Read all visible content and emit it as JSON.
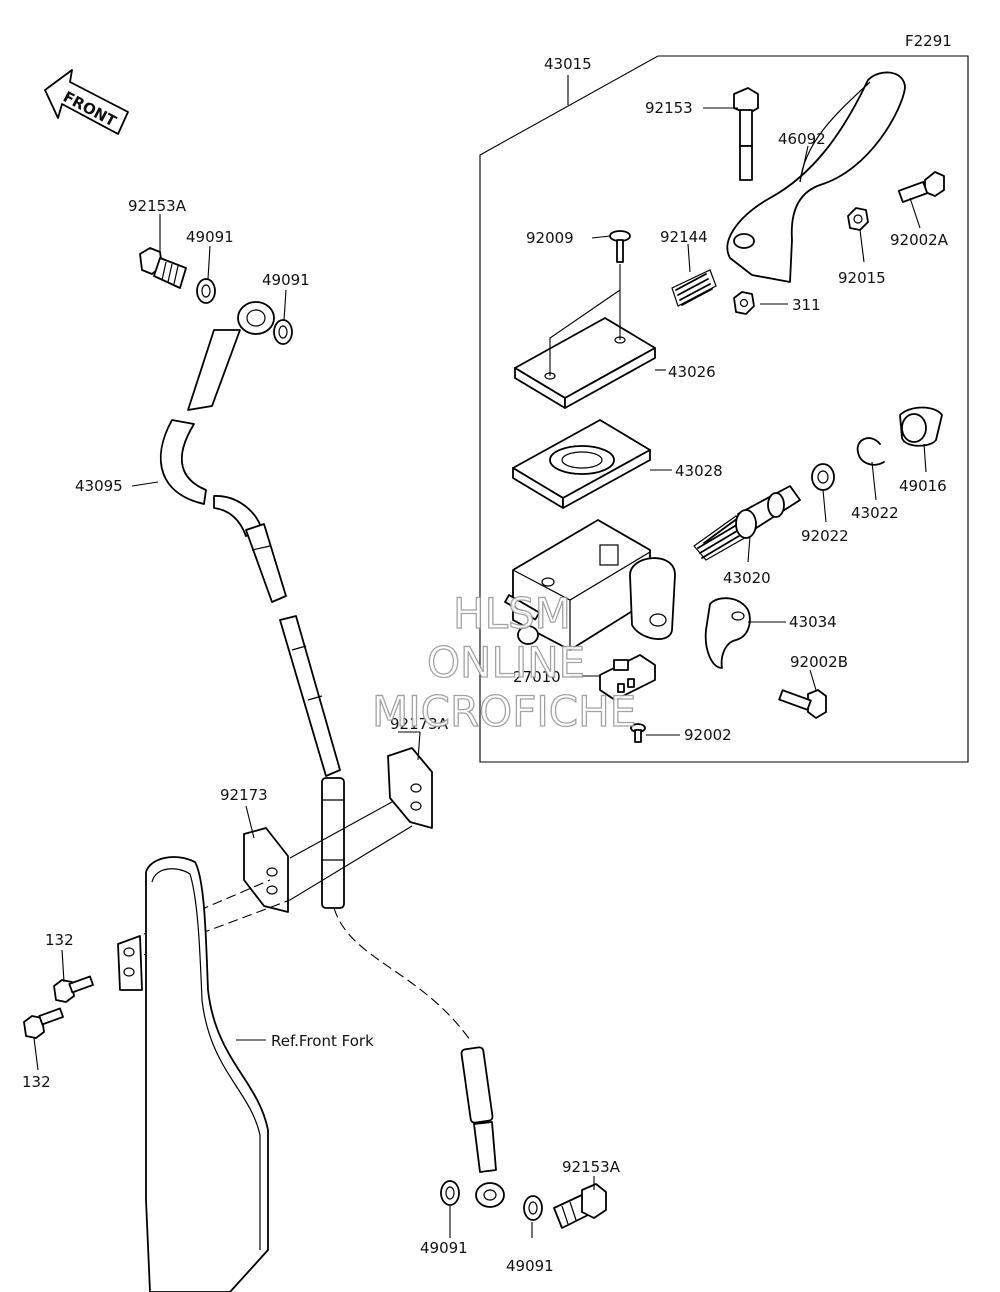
{
  "figure_code": "F2291",
  "front_arrow_text": "FRONT",
  "ref_label": "Ref.Front Fork",
  "watermark": [
    "HLSM",
    "ONLINE",
    "MICROFICHE"
  ],
  "parts": {
    "p43015": "43015",
    "p92153": "92153",
    "p46092": "46092",
    "p92002A": "92002A",
    "p92009": "92009",
    "p92144": "92144",
    "p92015": "92015",
    "p311": "311",
    "p43026": "43026",
    "p43028": "43028",
    "p49016": "49016",
    "p43022": "43022",
    "p92022": "92022",
    "p43020": "43020",
    "p43034": "43034",
    "p92002B": "92002B",
    "p27010": "27010",
    "p92002": "92002",
    "p92173A": "92173A",
    "p92173": "92173",
    "p92153A_top": "92153A",
    "p49091_a": "49091",
    "p49091_b": "49091",
    "p43095": "43095",
    "p132_a": "132",
    "p132_b": "132",
    "p92153A_bottom": "92153A",
    "p49091_c": "49091",
    "p49091_d": "49091"
  }
}
